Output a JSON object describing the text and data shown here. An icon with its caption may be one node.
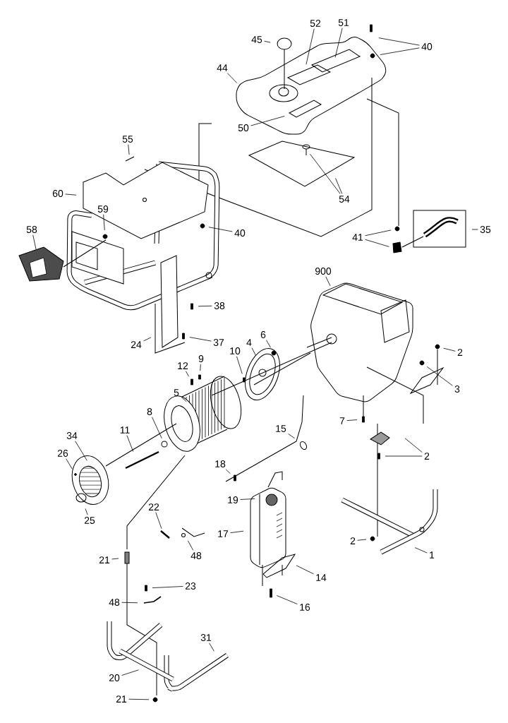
{
  "diagram": {
    "nodes": [
      {
        "text": [
          "45"
        ]
      },
      {
        "text": [
          "52"
        ]
      },
      {
        "text": [
          "51"
        ]
      },
      {
        "text": [
          "40"
        ]
      },
      {
        "text": [
          "44"
        ]
      },
      {
        "text": [
          "50"
        ]
      },
      {
        "text": [
          "54"
        ]
      },
      {
        "text": [
          "55"
        ]
      },
      {
        "text": [
          "60"
        ]
      },
      {
        "text": [
          "59"
        ]
      },
      {
        "text": [
          "40"
        ]
      },
      {
        "text": [
          "58"
        ]
      },
      {
        "text": [
          "41"
        ]
      },
      {
        "text": [
          "35"
        ]
      },
      {
        "text": [
          "900"
        ]
      },
      {
        "text": [
          "38"
        ]
      },
      {
        "text": [
          "37"
        ]
      },
      {
        "text": [
          "24"
        ]
      },
      {
        "text": [
          "6"
        ]
      },
      {
        "text": [
          "4"
        ]
      },
      {
        "text": [
          "10"
        ]
      },
      {
        "text": [
          "9"
        ]
      },
      {
        "text": [
          "12"
        ]
      },
      {
        "text": [
          "2"
        ]
      },
      {
        "text": [
          "3"
        ]
      },
      {
        "text": [
          "5"
        ]
      },
      {
        "text": [
          "7"
        ]
      },
      {
        "text": [
          "8"
        ]
      },
      {
        "text": [
          "11"
        ]
      },
      {
        "text": [
          "15"
        ]
      },
      {
        "text": [
          "34"
        ]
      },
      {
        "text": [
          "26"
        ]
      },
      {
        "text": [
          "2"
        ]
      },
      {
        "text": [
          "18"
        ]
      },
      {
        "text": [
          "25"
        ]
      },
      {
        "text": [
          "19"
        ]
      },
      {
        "text": [
          "17"
        ]
      },
      {
        "text": [
          "22"
        ]
      },
      {
        "text": [
          "48"
        ]
      },
      {
        "text": [
          "21"
        ]
      },
      {
        "text": [
          "2"
        ]
      },
      {
        "text": [
          "1"
        ]
      },
      {
        "text": [
          "14"
        ]
      },
      {
        "text": [
          "23"
        ]
      },
      {
        "text": [
          "48"
        ]
      },
      {
        "text": [
          "16"
        ]
      },
      {
        "text": [
          "31"
        ]
      },
      {
        "text": [
          "20"
        ]
      },
      {
        "text": [
          "21"
        ]
      }
    ],
    "edges": [
      {
        "from": 0,
        "to": null,
        "arrow": "none"
      },
      {
        "from": 1,
        "to": null,
        "arrow": "none"
      },
      {
        "from": 2,
        "to": null,
        "arrow": "none"
      },
      {
        "from": 3,
        "to": null,
        "arrow": "none"
      },
      {
        "from": 3,
        "to": null,
        "arrow": "none"
      },
      {
        "from": 4,
        "to": null,
        "arrow": "none"
      },
      {
        "from": 5,
        "to": null,
        "arrow": "none"
      },
      {
        "from": 6,
        "to": null,
        "arrow": "none"
      },
      {
        "from": 6,
        "to": null,
        "arrow": "none"
      },
      {
        "from": 7,
        "to": null,
        "arrow": "none"
      },
      {
        "from": 8,
        "to": null,
        "arrow": "none"
      },
      {
        "from": 9,
        "to": null,
        "arrow": "none"
      },
      {
        "from": 10,
        "to": null,
        "arrow": "none"
      },
      {
        "from": 11,
        "to": null,
        "arrow": "none"
      },
      {
        "from": 12,
        "to": null,
        "arrow": "none"
      },
      {
        "from": 12,
        "to": null,
        "arrow": "none"
      },
      {
        "from": 13,
        "to": null,
        "arrow": "none"
      },
      {
        "from": 14,
        "to": null,
        "arrow": "none"
      },
      {
        "from": 15,
        "to": null,
        "arrow": "none"
      },
      {
        "from": 16,
        "to": null,
        "arrow": "none"
      },
      {
        "from": 17,
        "to": null,
        "arrow": "none"
      },
      {
        "from": 18,
        "to": null,
        "arrow": "none"
      },
      {
        "from": 19,
        "to": null,
        "arrow": "none"
      },
      {
        "from": 20,
        "to": null,
        "arrow": "none"
      },
      {
        "from": 21,
        "to": null,
        "arrow": "none"
      },
      {
        "from": 22,
        "to": null,
        "arrow": "none"
      },
      {
        "from": 23,
        "to": null,
        "arrow": "none"
      },
      {
        "from": 24,
        "to": null,
        "arrow": "none"
      },
      {
        "from": 25,
        "to": null,
        "arrow": "none"
      },
      {
        "from": 26,
        "to": null,
        "arrow": "none"
      },
      {
        "from": 27,
        "to": null,
        "arrow": "none"
      },
      {
        "from": 28,
        "to": null,
        "arrow": "none"
      },
      {
        "from": 29,
        "to": null,
        "arrow": "none"
      },
      {
        "from": 30,
        "to": null,
        "arrow": "none"
      },
      {
        "from": 31,
        "to": null,
        "arrow": "none"
      },
      {
        "from": 32,
        "to": null,
        "arrow": "none"
      },
      {
        "from": 32,
        "to": null,
        "arrow": "none"
      },
      {
        "from": 33,
        "to": null,
        "arrow": "none"
      },
      {
        "from": 34,
        "to": null,
        "arrow": "none"
      },
      {
        "from": 35,
        "to": null,
        "arrow": "none"
      },
      {
        "from": 36,
        "to": null,
        "arrow": "none"
      },
      {
        "from": 37,
        "to": null,
        "arrow": "none"
      },
      {
        "from": 38,
        "to": null,
        "arrow": "none"
      },
      {
        "from": 39,
        "to": null,
        "arrow": "none"
      },
      {
        "from": 40,
        "to": null,
        "arrow": "none"
      },
      {
        "from": 41,
        "to": null,
        "arrow": "none"
      },
      {
        "from": 42,
        "to": null,
        "arrow": "none"
      },
      {
        "from": 43,
        "to": null,
        "arrow": "none"
      },
      {
        "from": 44,
        "to": null,
        "arrow": "none"
      },
      {
        "from": 45,
        "to": null,
        "arrow": "none"
      },
      {
        "from": 46,
        "to": null,
        "arrow": "none"
      },
      {
        "from": 47,
        "to": null,
        "arrow": "none"
      },
      {
        "from": 48,
        "to": null,
        "arrow": "none"
      }
    ]
  }
}
